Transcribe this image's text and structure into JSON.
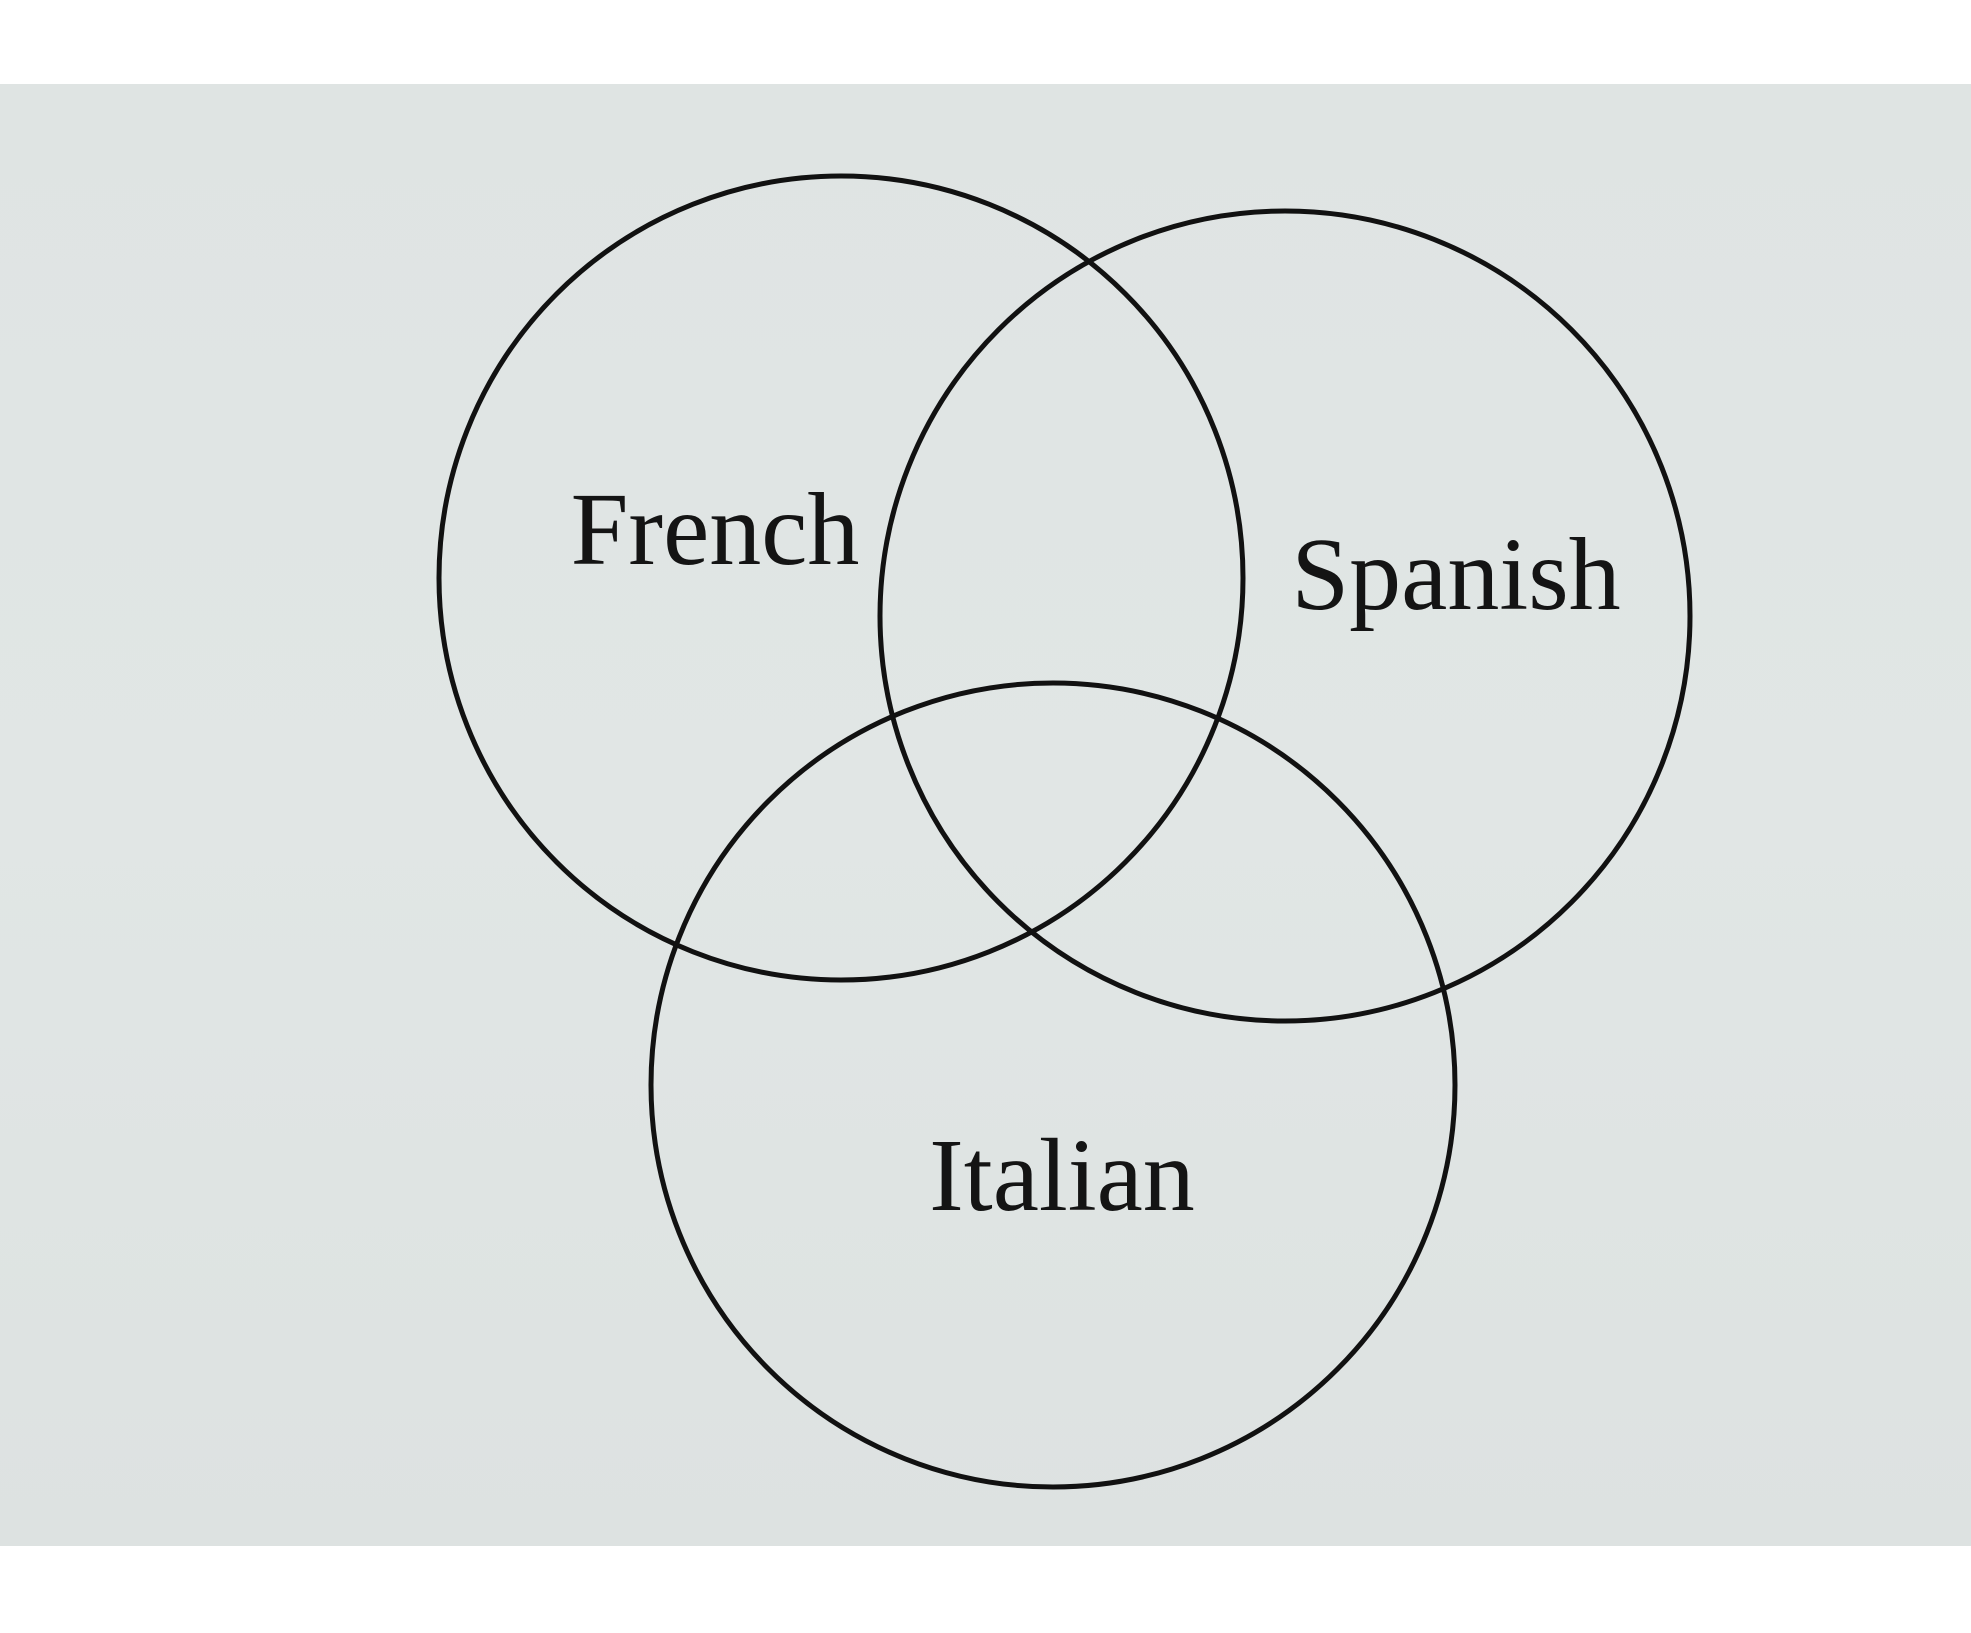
{
  "diagram": {
    "type": "venn",
    "sets": [
      {
        "key": "french",
        "label": "French"
      },
      {
        "key": "spanish",
        "label": "Spanish"
      },
      {
        "key": "italian",
        "label": "Italian"
      }
    ]
  },
  "colors": {
    "background": "#dfe4e3",
    "stroke": "#111111",
    "text": "#141414"
  }
}
